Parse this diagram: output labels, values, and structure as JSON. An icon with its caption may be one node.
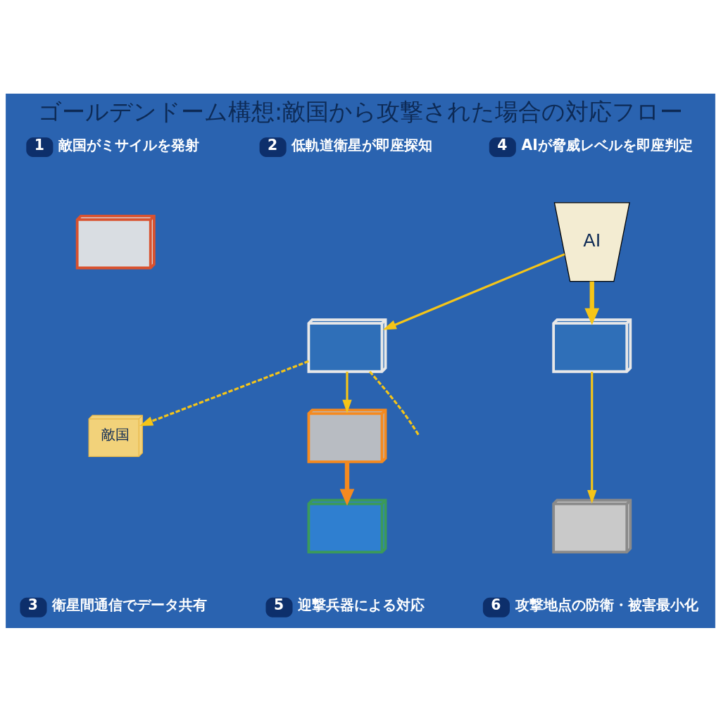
{
  "diagram": {
    "title": "ゴールデンドーム構想:敵国から攻撃された場合の対応フロー",
    "nodes": [
      {
        "text": [
          "1",
          "敵国がミサイルを発射"
        ]
      },
      {
        "text": [
          "2",
          "低軌道衛星が即座探知"
        ]
      },
      {
        "text": [
          "4",
          "AIが脅威レベルを即座判定"
        ]
      },
      {
        "text": [],
        "shape": "picture"
      },
      {
        "text": [],
        "shape": "picture"
      },
      {
        "text": [
          "AI"
        ]
      },
      {
        "text": [
          "敵国"
        ]
      },
      {
        "text": [],
        "shape": "picture"
      },
      {
        "text": [],
        "shape": "picture"
      },
      {
        "text": [],
        "shape": "picture"
      },
      {
        "text": [],
        "shape": "picture"
      },
      {
        "text": [
          "3",
          "衛星間通信でデータ共有"
        ]
      },
      {
        "text": [
          "5",
          "迎撃兵器による対応"
        ]
      },
      {
        "text": [
          "6",
          "攻撃地点の防衛・被害最小化"
        ]
      }
    ],
    "edges": [
      {
        "from": 4,
        "to": 6,
        "arrow": "to",
        "style": "dashed"
      },
      {
        "from": 4,
        "to": null,
        "arrow": "none",
        "style": "dashed"
      },
      {
        "from": 4,
        "to": 8,
        "arrow": "to"
      },
      {
        "from": 5,
        "to": 4,
        "arrow": "to"
      },
      {
        "from": 5,
        "to": 7,
        "arrow": "to",
        "style": "thick"
      },
      {
        "from": 7,
        "to": 10,
        "arrow": "to"
      },
      {
        "from": 8,
        "to": 9,
        "arrow": "to",
        "style": "thick",
        "color": "#f58a1f"
      }
    ]
  }
}
